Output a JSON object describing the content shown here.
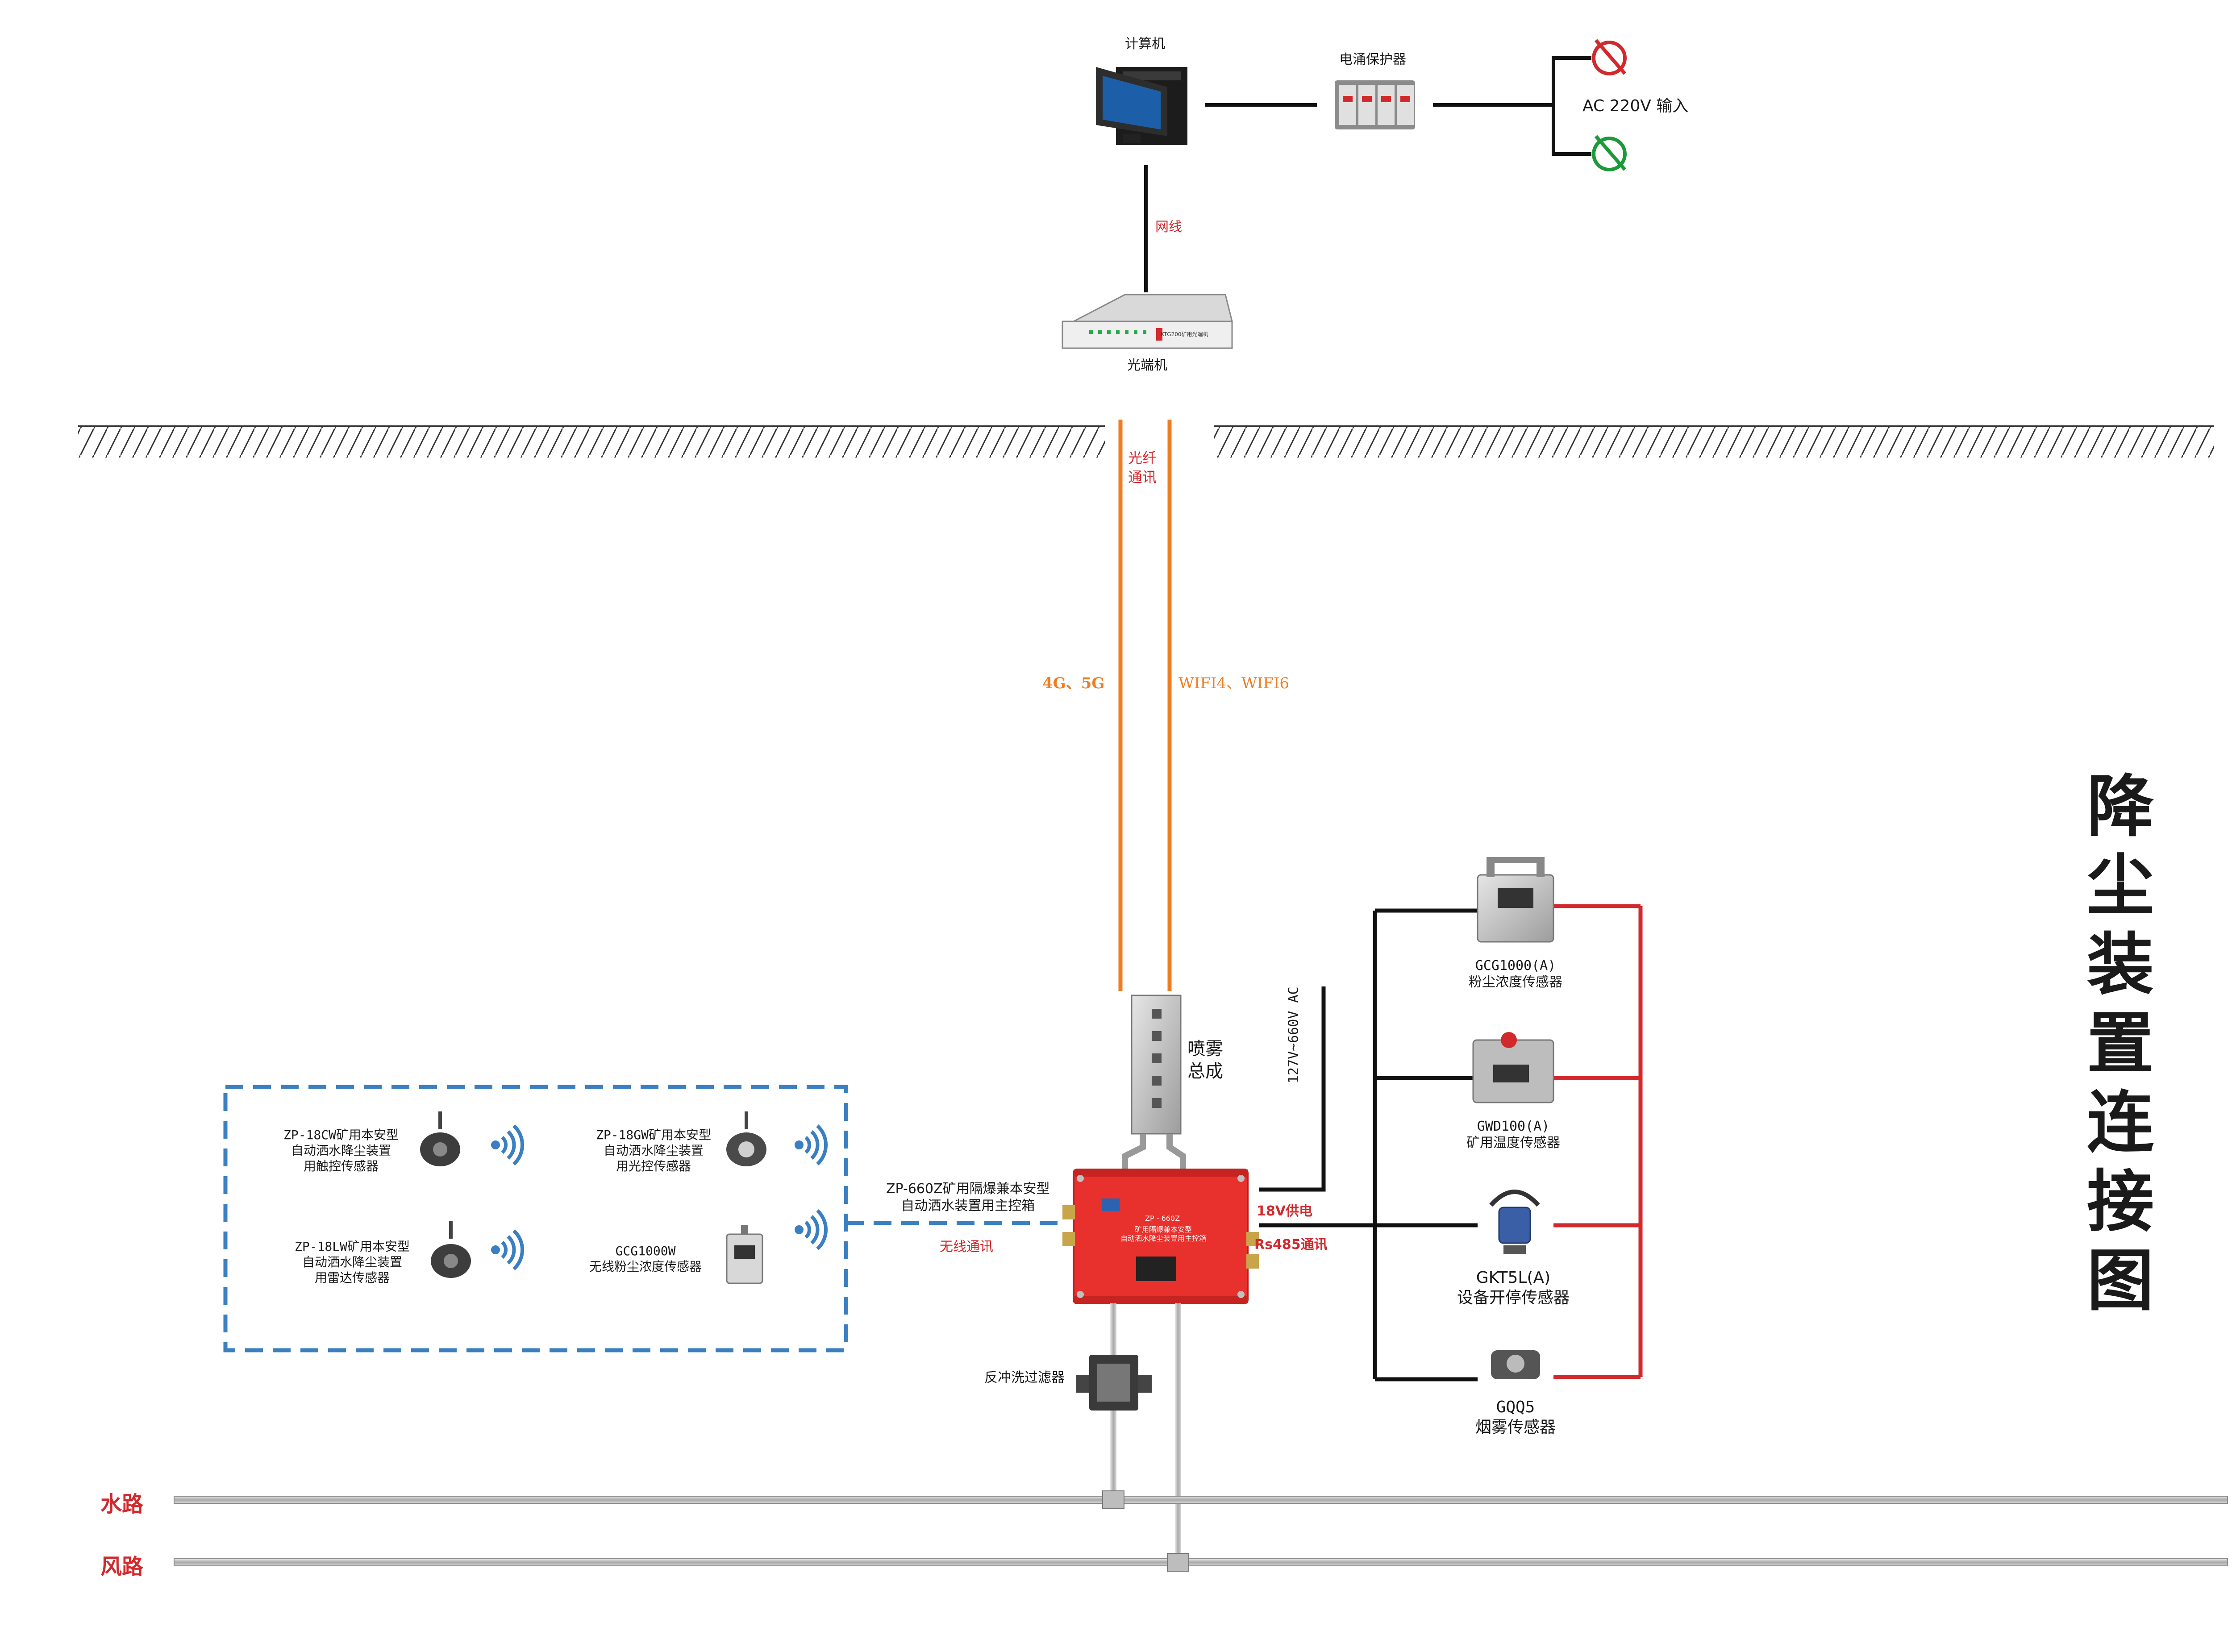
{
  "title": "降尘装置连接图",
  "top": {
    "computer": "计算机",
    "surge_protector": "电涌保护器",
    "ac_input": "AC 220V 输入",
    "network_cable": "网线",
    "optical_terminal": "光端机",
    "optical_terminal_panel_text": "KTG200矿用光端机"
  },
  "shaft": {
    "fiber_comm": "光纤\n通讯",
    "left_wireless": "4G、5G",
    "right_wireless": "WIFI4、WIFI6"
  },
  "center": {
    "spray_assembly": "喷雾\n总成",
    "main_box_label": "ZP-660Z矿用隔爆兼本安型\n自动洒水装置用主控箱",
    "main_box_panel_model": "ZP - 660Z",
    "main_box_panel_name": "矿用隔爆兼本安型\n自动洒水降尘装置用主控箱",
    "wireless_comm": "无线通讯",
    "power_18v": "18V供电",
    "rs485": "Rs485通讯",
    "voltage_label": "127V~660V AC",
    "backwash_filter": "反冲洗过滤器"
  },
  "wireless_sensors": [
    {
      "name": "ZP-18CW矿用本安型\n自动洒水降尘装置\n用触控传感器"
    },
    {
      "name": "ZP-18GW矿用本安型\n自动洒水降尘装置\n用光控传感器"
    },
    {
      "name": "ZP-18LW矿用本安型\n自动洒水降尘装置\n用雷达传感器"
    },
    {
      "name": "GCG1000W\n无线粉尘浓度传感器"
    }
  ],
  "wired_sensors": [
    {
      "model": "GCG1000(A)",
      "name": "粉尘浓度传感器"
    },
    {
      "model": "GWD100(A)",
      "name": "矿用温度传感器"
    },
    {
      "model": "GKT5L(A)",
      "name": "设备开停传感器"
    },
    {
      "model": "GQQ5",
      "name": "烟雾传感器"
    }
  ],
  "routes": {
    "water": "水路",
    "air": "风路"
  },
  "colors": {
    "orange": "#ee7d22",
    "red": "#d2292d",
    "blue_dash": "#3a7fc1",
    "black": "#111111",
    "box_red": "#e8302c",
    "pipe": "#b9b9b9"
  }
}
